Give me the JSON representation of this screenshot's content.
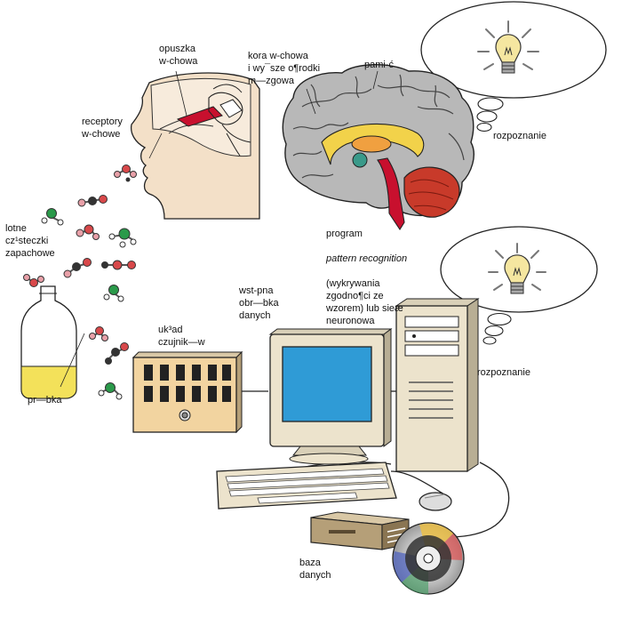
{
  "labels": {
    "olfactory_bulb": "opuszka\nw-chowa",
    "olfactory_cortex": "kora w-chowa\ni wy¯sze o¶rodki\nm—zgowa",
    "memory": "pami-ć",
    "olfactory_receptors": "receptory\nw-chowe",
    "recognition_top": "rozpoznanie",
    "volatile_particles": "lotne\ncz¹steczki\nzapachowe",
    "program_line1": "program",
    "program_line2": "pattern recognition",
    "program_line3": "(wykrywania\nzgodno¶ci ze\nwzorem) lub sieæ\nneuronowa",
    "preprocessing": "wst-pna\nobr—bka\ndanych",
    "sensor_array": "uk³ad\nczujnik—w",
    "sample": "pr—bka",
    "recognition_bottom": "rozpoznanie",
    "database": "baza\ndanych"
  },
  "colors": {
    "outline": "#222222",
    "skin": "#f3e0c8",
    "nerve_red": "#c8102e",
    "brain_grey": "#b8b8b8",
    "limbic_yellow": "#f2d24a",
    "limbic_orange": "#f0a040",
    "cerebellum_red": "#c83a2a",
    "hippocampus_teal": "#3a9a8a",
    "monitor_screen": "#2f9bd6",
    "case_beige": "#ece3cc",
    "liquid_yellow": "#f3e15a",
    "bulb_yellow": "#f5e6a0",
    "molecule_green": "#2a9a4a",
    "molecule_red": "#d8484a",
    "molecule_pink": "#e8a0a8",
    "molecule_dark": "#333333"
  },
  "icons": [
    "lightbulb-icon",
    "lightbulb-icon",
    "molecule-icon",
    "compact-disc-icon",
    "computer-mouse-icon"
  ]
}
